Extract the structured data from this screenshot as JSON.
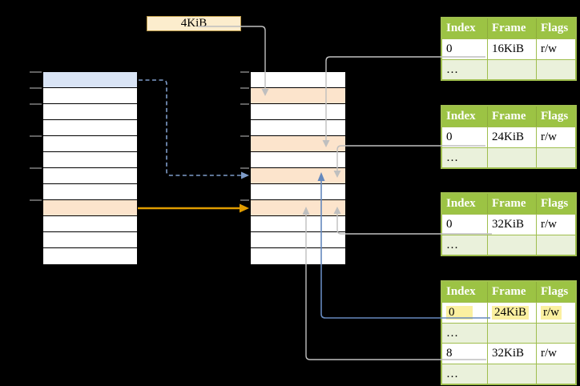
{
  "label_box": {
    "text": "4KiB"
  },
  "colors": {
    "background": "#000000",
    "memory_white": "#FFFFFF",
    "memory_blue": "#D9E4F5",
    "memory_orange": "#FCE4CC",
    "label_box_fill": "#FCEDCD",
    "label_box_border": "#BE9B48",
    "table_header_green": "#9CC344",
    "table_row_green": "#EAF1DB",
    "table_border_green": "#9FBE4E",
    "highlight_yellow": "#FBF0A0",
    "connector_gray": "#BFBFBF",
    "arrow_orange": "#E09C00",
    "arrow_blue_solid": "#6588BD",
    "arrow_blue_dashed": "#7E9CC9",
    "tick_gray": "#808080"
  },
  "virtual_memory": {
    "rows": [
      {
        "fill": "blue",
        "name": "virtual-page-blue"
      },
      {
        "fill": "white",
        "name": "virtual-page"
      },
      {
        "fill": "white",
        "name": "virtual-page"
      },
      {
        "fill": "white",
        "name": "virtual-page"
      },
      {
        "fill": "white",
        "name": "virtual-page"
      },
      {
        "fill": "white",
        "name": "virtual-page"
      },
      {
        "fill": "white",
        "name": "virtual-page"
      },
      {
        "fill": "white",
        "name": "virtual-page"
      },
      {
        "fill": "orange",
        "name": "virtual-page-orange"
      },
      {
        "fill": "white",
        "name": "virtual-page"
      },
      {
        "fill": "white",
        "name": "virtual-page"
      },
      {
        "fill": "white",
        "name": "virtual-page"
      }
    ]
  },
  "physical_memory": {
    "rows": [
      {
        "fill": "white",
        "name": "physical-frame"
      },
      {
        "fill": "orange",
        "name": "physical-frame-page-table"
      },
      {
        "fill": "white",
        "name": "physical-frame"
      },
      {
        "fill": "white",
        "name": "physical-frame"
      },
      {
        "fill": "orange",
        "name": "physical-frame-page-table"
      },
      {
        "fill": "white",
        "name": "physical-frame"
      },
      {
        "fill": "orange",
        "name": "physical-frame-page-table"
      },
      {
        "fill": "white",
        "name": "physical-frame"
      },
      {
        "fill": "orange",
        "name": "physical-frame-page-table"
      },
      {
        "fill": "white",
        "name": "physical-frame"
      },
      {
        "fill": "white",
        "name": "physical-frame"
      },
      {
        "fill": "white",
        "name": "physical-frame"
      }
    ]
  },
  "page_tables": [
    {
      "headers": [
        "Index",
        "Frame",
        "Flags"
      ],
      "rows": [
        {
          "type": "data",
          "cells": [
            "0",
            "16KiB",
            "r/w"
          ],
          "highlight": false
        },
        {
          "type": "ellipsis",
          "cells": [
            "…",
            "",
            ""
          ],
          "highlight": false
        }
      ]
    },
    {
      "headers": [
        "Index",
        "Frame",
        "Flags"
      ],
      "rows": [
        {
          "type": "data",
          "cells": [
            "0",
            "24KiB",
            "r/w"
          ],
          "highlight": false
        },
        {
          "type": "ellipsis",
          "cells": [
            "…",
            "",
            ""
          ],
          "highlight": false
        }
      ]
    },
    {
      "headers": [
        "Index",
        "Frame",
        "Flags"
      ],
      "rows": [
        {
          "type": "data",
          "cells": [
            "0",
            "32KiB",
            "r/w"
          ],
          "highlight": false
        },
        {
          "type": "ellipsis",
          "cells": [
            "…",
            "",
            ""
          ],
          "highlight": false
        }
      ]
    },
    {
      "headers": [
        "Index",
        "Frame",
        "Flags"
      ],
      "rows": [
        {
          "type": "data",
          "cells": [
            "0",
            "24KiB",
            "r/w"
          ],
          "highlight": true
        },
        {
          "type": "ellipsis",
          "cells": [
            "…",
            "",
            ""
          ],
          "highlight": false
        },
        {
          "type": "data",
          "cells": [
            "8",
            "32KiB",
            "r/w"
          ],
          "highlight": false
        },
        {
          "type": "ellipsis",
          "cells": [
            "…",
            "",
            ""
          ],
          "highlight": false
        }
      ]
    }
  ]
}
